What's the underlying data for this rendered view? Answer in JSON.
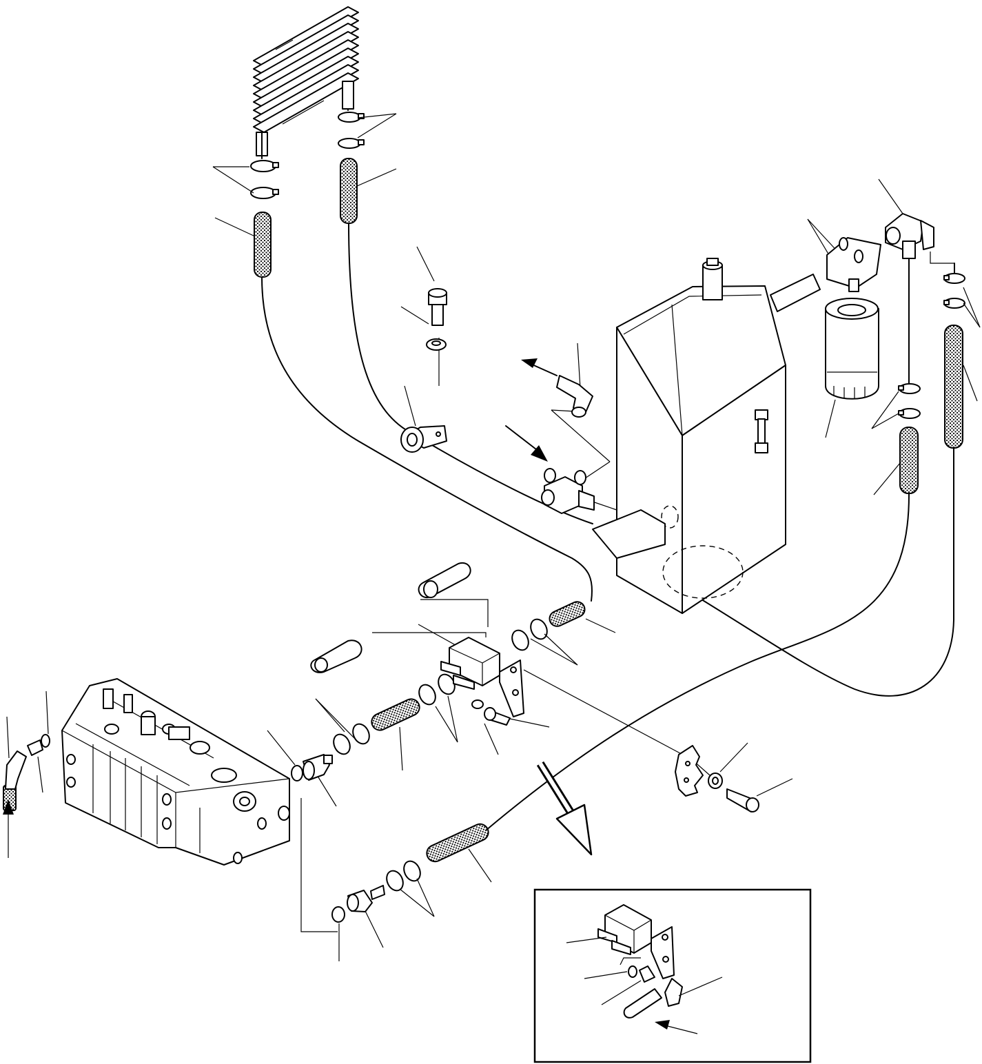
{
  "diagram": {
    "colors": {
      "ink": "#000000",
      "paper": "#ffffff",
      "hose_fill": "#9a9a9a"
    },
    "components": [
      "oil-cooler",
      "hydraulic-tank",
      "return-filter",
      "control-valve",
      "flow-divider-block",
      "hose",
      "hose-clamp",
      "elbow-fitting",
      "connector",
      "o-ring",
      "bolt",
      "washer",
      "tube-clip",
      "cross-fitting",
      "detail-inset"
    ]
  }
}
